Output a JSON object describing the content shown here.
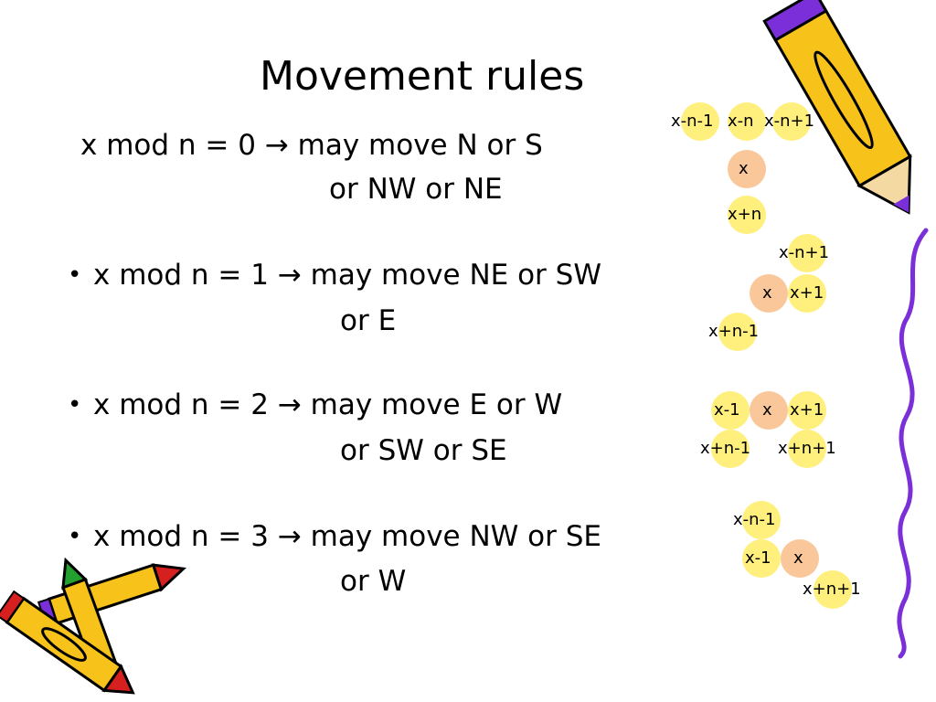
{
  "slide": {
    "title": "Movement rules",
    "bullet_symbol": "•",
    "rules": [
      {
        "line1": "x mod n = 0 → may move N or S",
        "line2": "or NW or NE"
      },
      {
        "line1": "x mod n = 1 → may move NE or SW",
        "line2": "or E"
      },
      {
        "line1": "x mod n = 2 → may move E or W",
        "line2": "or SW or SE"
      },
      {
        "line1": "x mod n = 3 → may move NW or SE",
        "line2": "or W"
      }
    ]
  },
  "diagrams": [
    {
      "labels": [
        "x-n-1",
        "x-n",
        "x-n+1",
        "x",
        "x+n"
      ]
    },
    {
      "labels": [
        "x-n+1",
        "x",
        "x+1",
        "x+n-1"
      ]
    },
    {
      "labels": [
        "x-1",
        "x",
        "x+1",
        "x+n-1",
        "x+n+1"
      ]
    },
    {
      "labels": [
        "x-n-1",
        "x-1",
        "x",
        "x+n+1"
      ]
    }
  ],
  "colors": {
    "neighbor_fill": "#ffef7c",
    "center_fill": "#f9c79a",
    "clipart_purple": "#7b2fd8",
    "pencil_yellow": "#f7c21a"
  },
  "icons": [
    "pencil-icon",
    "squiggle-line",
    "crayons-icon"
  ]
}
